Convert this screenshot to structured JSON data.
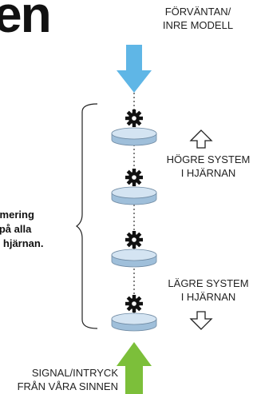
{
  "title": "en",
  "top_label": [
    "FÖRVÄNTAN/",
    "INRE MODELL"
  ],
  "upper_system": [
    "HÖGRE SYSTEM",
    "I HJÄRNAN"
  ],
  "lower_system": [
    "LÄGRE SYSTEM",
    "I HJÄRNAN"
  ],
  "bottom_label": [
    "SIGNAL/INTRYCK",
    "FRÅN VÅRA SINNEN"
  ],
  "side_text": [
    "nimering",
    "s på alla",
    "r i hjärnan."
  ],
  "colors": {
    "down_arrow": "#5fb6e6",
    "up_arrow": "#7cbf3a",
    "disc": "#c8dcee",
    "gear": "#111111"
  }
}
